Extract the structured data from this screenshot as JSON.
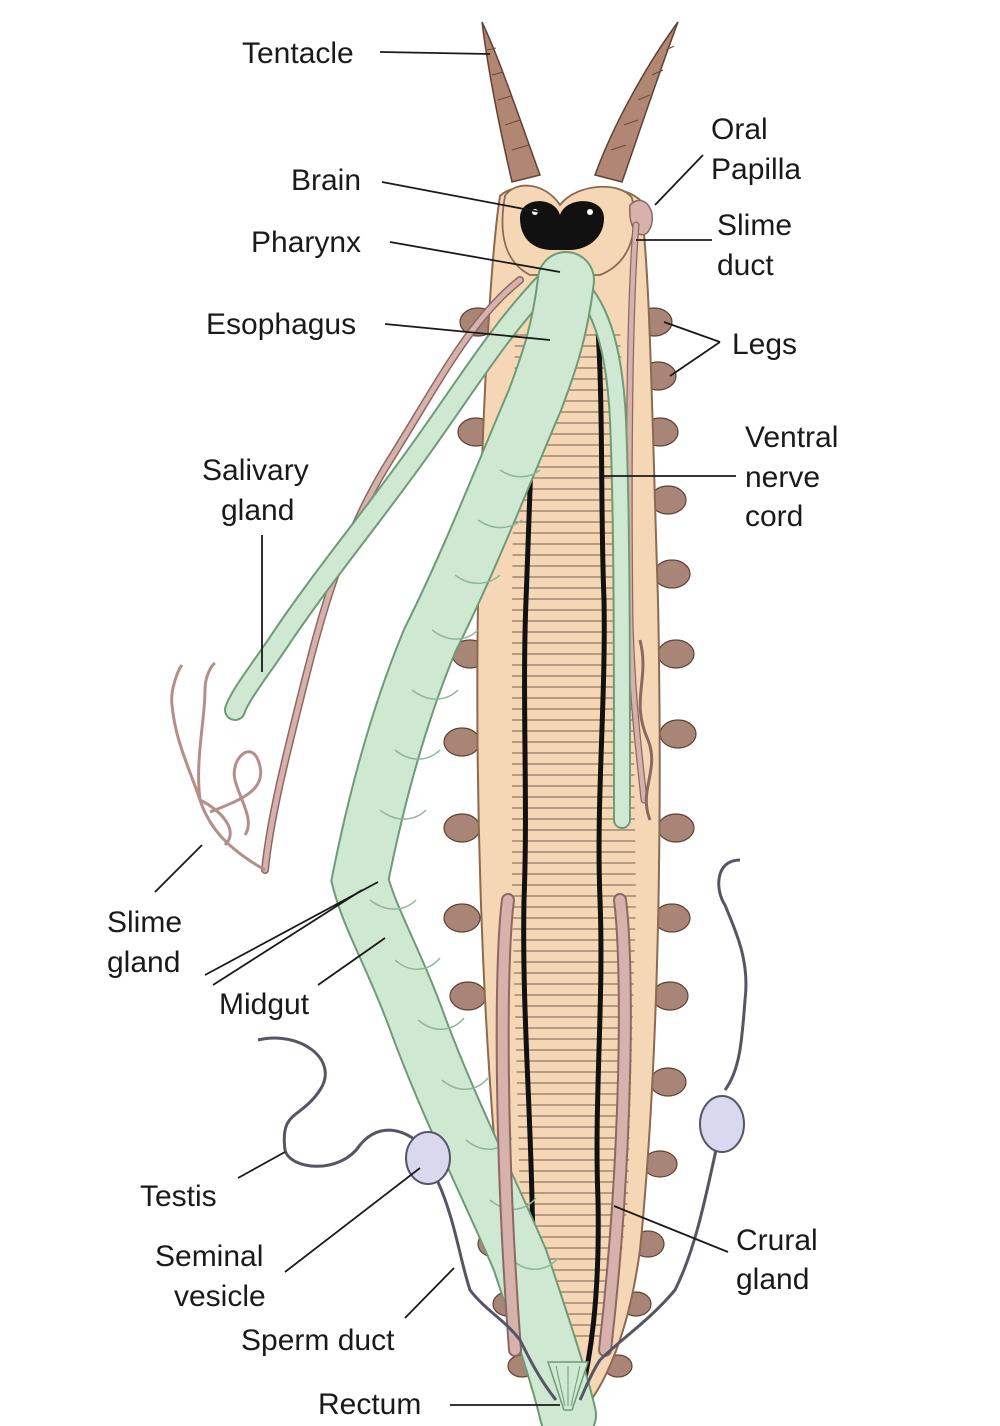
{
  "labels": {
    "tentacle": "Tentacle",
    "brain": "Brain",
    "pharynx": "Pharynx",
    "esophagus": "Esophagus",
    "salivary_gland_1": "Salivary",
    "salivary_gland_2": "gland",
    "slime_gland_1": "Slime",
    "slime_gland_2": "gland",
    "midgut": "Midgut",
    "testis": "Testis",
    "seminal_vesicle_1": "Seminal",
    "seminal_vesicle_2": "vesicle",
    "sperm_duct": "Sperm duct",
    "rectum": "Rectum",
    "oral_papilla_1": "Oral",
    "oral_papilla_2": "Papilla",
    "slime_duct_1": "Slime",
    "slime_duct_2": "duct",
    "legs": "Legs",
    "ventral_nerve_cord_1": "Ventral",
    "ventral_nerve_cord_2": "nerve",
    "ventral_nerve_cord_3": "cord",
    "crural_gland_1": "Crural",
    "crural_gland_2": "gland"
  },
  "colors": {
    "body": "#f6d7b5",
    "body_outline": "#8a6a50",
    "gut": "#cfe8d2",
    "gut_outline": "#6f9a78",
    "nerve": "#111111",
    "slime": "#d7b2ad",
    "slime_outline": "#8c6863",
    "leg": "#a98577",
    "tentacle": "#b18672",
    "vesicle": "#d8d8ee",
    "reproductive_duct": "#555565"
  }
}
